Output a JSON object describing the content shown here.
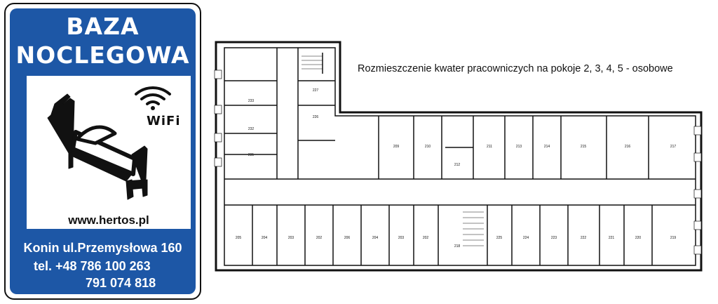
{
  "sign": {
    "title_line1": "BAZA",
    "title_line2": "NOCLEGOWA",
    "wifi": "WiFi",
    "website": "www.hertos.pl",
    "address": "Konin ul.Przemysłowa 160",
    "phone1": "tel. +48  786 100 263",
    "phone2": "791 074 818",
    "colors": {
      "background": "#1d57a6",
      "text": "#ffffff"
    }
  },
  "floor_plan": {
    "caption": "Rozmieszczenie kwater pracowniczych na pokoje 2, 3, 4, 5 - osobowe",
    "rooms_top": [
      "209",
      "210",
      "211",
      "213",
      "214",
      "215",
      "216",
      "217"
    ],
    "rooms_top_small": [
      "212"
    ],
    "rooms_bottom": [
      "205",
      "204",
      "203",
      "202",
      "206",
      "204",
      "203",
      "202",
      "225",
      "224",
      "223",
      "222",
      "221",
      "220",
      "219"
    ],
    "rooms_left_wing": [
      "233",
      "232",
      "231",
      "227",
      "226"
    ],
    "stair_label": "218"
  }
}
